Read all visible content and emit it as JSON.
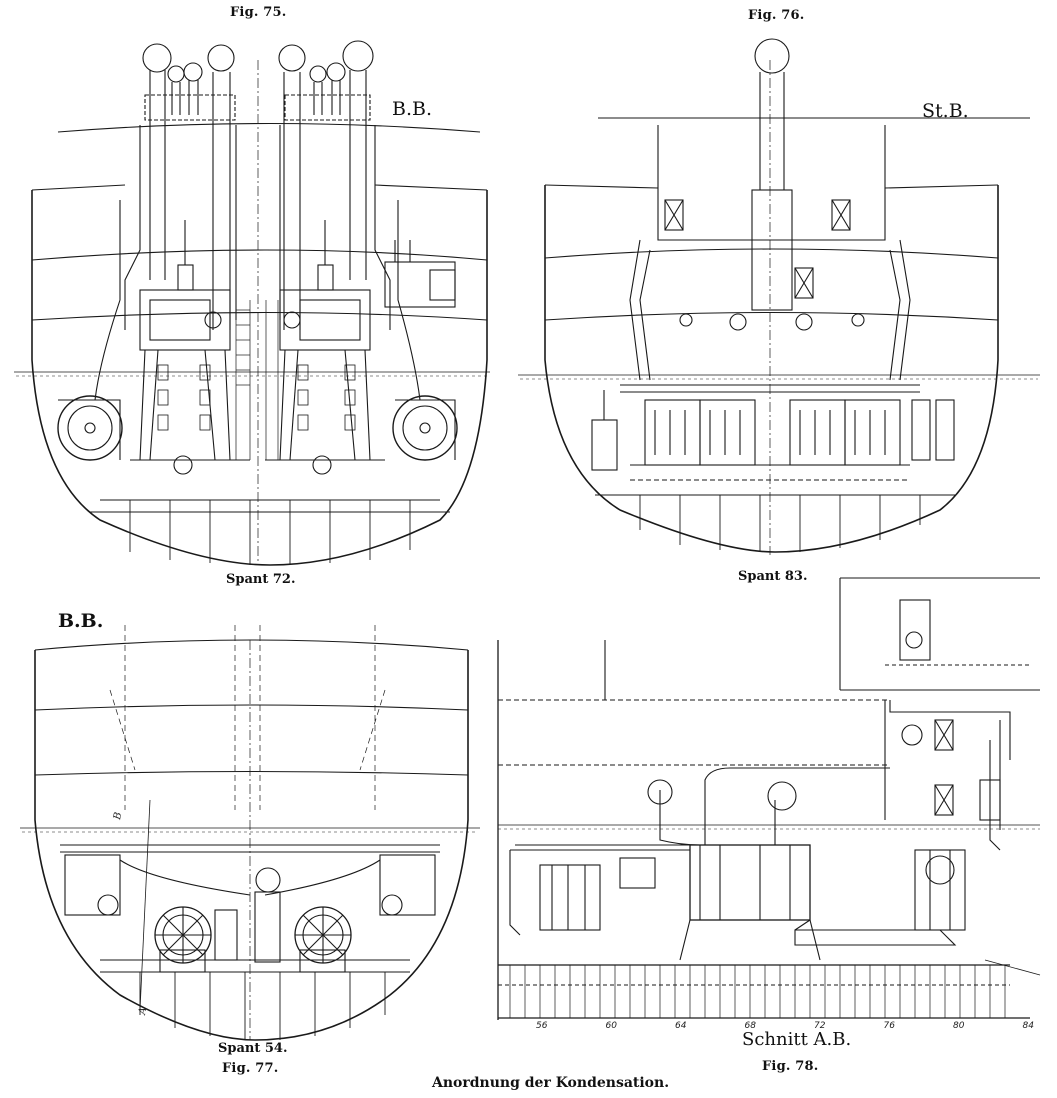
{
  "figures": {
    "fig75": {
      "label": "Fig. 75.",
      "frame": "Spant 72.",
      "side": "B.B."
    },
    "fig76": {
      "label": "Fig. 76.",
      "frame": "Spant 83.",
      "side": "St.B."
    },
    "fig77": {
      "label": "Fig. 77.",
      "frame": "Spant 54.",
      "side": "B.B."
    },
    "fig78": {
      "label": "Fig. 78.",
      "section": "Schnitt A.B.",
      "frame_ticks": [
        "56",
        "60",
        "64",
        "68",
        "72",
        "76",
        "80",
        "84"
      ],
      "section_marks": [
        "A",
        "B"
      ]
    }
  },
  "caption": "Anordnung der Kondensation.",
  "colors": {
    "ink": "#1a1a1a",
    "paper": "#ffffff"
  }
}
